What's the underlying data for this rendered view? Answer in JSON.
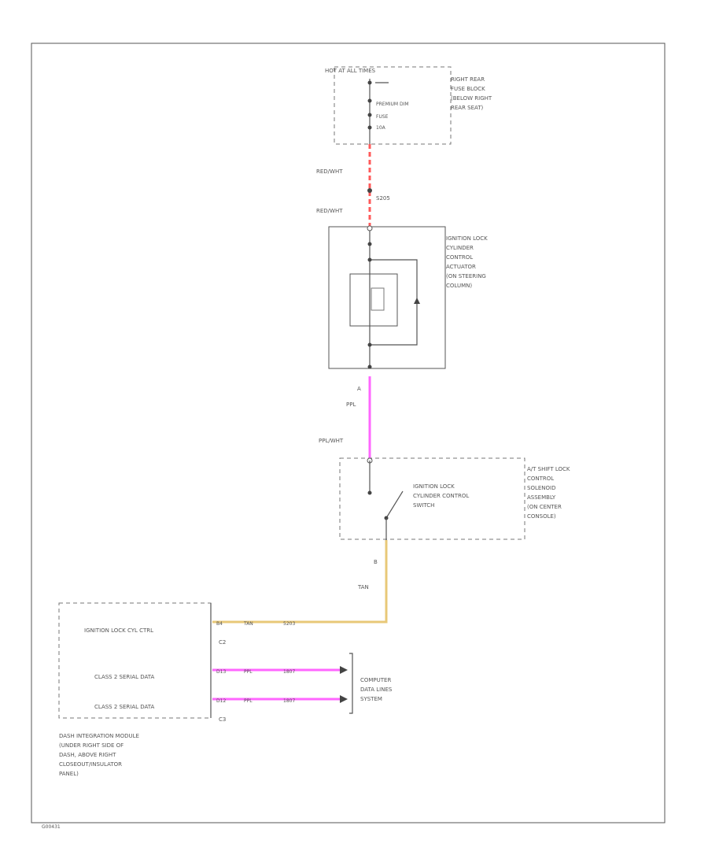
{
  "fuse_block": {
    "header": "HOT AT ALL TIMES",
    "fuse_name": "PREMIUM DIM",
    "fuse_word": "FUSE",
    "fuse_amp": "10A",
    "location": [
      "RIGHT REAR",
      "FUSE BLOCK",
      "(BELOW RIGHT",
      "REAR SEAT)"
    ]
  },
  "wires": {
    "red_wht_upper": "RED/WHT",
    "red_wht_lower": "RED/WHT",
    "splice_id": "S205",
    "ppl_pin": "A",
    "ppl": "PPL",
    "ppl_wht": "PPL/WHT",
    "tan_pin": "B",
    "tan": "TAN",
    "tan_row": {
      "pin": "B4",
      "color": "TAN",
      "circuit": "5203"
    },
    "serial_1": {
      "pin": "D13",
      "color": "PPL",
      "circuit": "1807"
    },
    "serial_2": {
      "pin": "D12",
      "color": "PPL",
      "circuit": "1807"
    }
  },
  "actuator": {
    "label": [
      "IGNITION LOCK",
      "CYLINDER",
      "CONTROL",
      "ACTUATOR",
      "(ON STEERING",
      "COLUMN)"
    ]
  },
  "shift_lock": {
    "switch_label": [
      "IGNITION LOCK",
      "CYLINDER CONTROL",
      "SWITCH"
    ],
    "assembly_label": [
      "A/T SHIFT LOCK",
      "CONTROL",
      "SOLENOID",
      "ASSEMBLY",
      "(ON CENTER",
      "CONSOLE)"
    ]
  },
  "dim": {
    "rows": [
      "IGNITION LOCK CYL CTRL",
      "CLASS 2 SERIAL DATA",
      "CLASS 2 SERIAL DATA"
    ],
    "connectors": [
      "C2",
      "C3"
    ],
    "label": [
      "DASH INTEGRATION MODULE",
      "(UNDER RIGHT SIDE OF",
      "DASH, ABOVE RIGHT",
      "CLOSEOUT/INSULATOR",
      "PANEL)"
    ]
  },
  "computer_data": {
    "label": [
      "COMPUTER",
      "DATA LINES",
      "SYSTEM"
    ]
  },
  "footer": {
    "code": "G00431"
  },
  "colors": {
    "red": "#ff5a5a",
    "pink": "#ff66ff",
    "tan": "#e8c878",
    "ink": "#555555"
  }
}
